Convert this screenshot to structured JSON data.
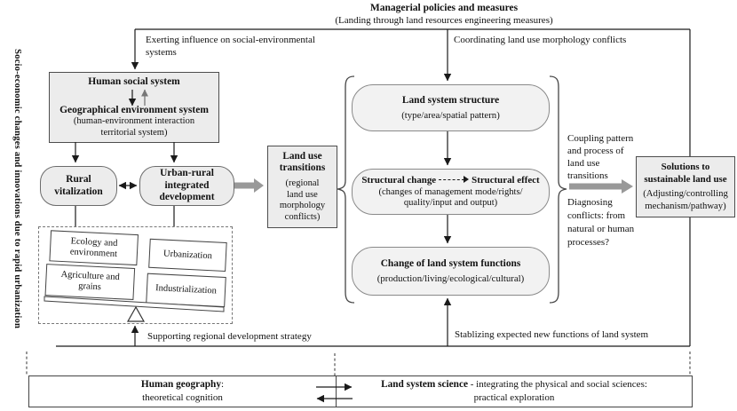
{
  "colors": {
    "node_fill": "#ececec",
    "rounded_fill": "#f2f2f2",
    "thick_arrow": "#999999",
    "line": "#1a1a1a"
  },
  "header": {
    "title": "Managerial policies and measures",
    "subtitle": "(Landing through land resources engineering measures)",
    "left_branch_label": "Exerting influence on social-environmental\nsystems",
    "right_branch_label": "Coordinating land use morphology conflicts"
  },
  "left_axis": {
    "label": "Socio-economic changes and innovations due to rapid urbanization"
  },
  "human_system_box": {
    "title": "Human social system",
    "subtitle": "Geographical environment system",
    "note": "(human-environment interaction\nterritorial system)"
  },
  "ovals": {
    "rural": "Rural\nvitalization",
    "urban_rural": "Urban-rural integrated\ndevelopment"
  },
  "seesaw": {
    "items": [
      "Ecology and\nenvironment",
      "Urbanization",
      "Agriculture and\ngrains",
      "Industrialization"
    ]
  },
  "land_use_transitions": {
    "title": "Land use\ntransitions",
    "note": "(regional\nland use\nmorphology\nconflicts)"
  },
  "system_boxes": {
    "structure": {
      "title": "Land system structure",
      "note": "(type/area/spatial pattern)"
    },
    "structural": {
      "left": "Structural change",
      "right": "Structural effect",
      "note": "(changes of management mode/rights/\nquality/input and output)"
    },
    "functions": {
      "title": "Change of land system functions",
      "note": "(production/living/ecological/cultural)"
    }
  },
  "right_side": {
    "coupling": "Coupling pattern\nand process of\nland use\ntransitions",
    "diagnosing": "Diagnosing\nconflicts: from\nnatural or human\nprocesses?",
    "solutions": {
      "title": "Solutions to\nsustainable land use",
      "note": "(Adjusting/controlling\nmechanism/pathway)"
    }
  },
  "feedback": {
    "supporting": "Supporting regional development strategy",
    "stablizing": "Stablizing expected new functions of land system"
  },
  "foundation": {
    "left_bold": "Human geography",
    "left_rest": ":",
    "left_line2": "theoretical cognition",
    "right_bold": "Land system science",
    "right_rest": " - integrating the physical and social sciences:",
    "right_line2": "practical exploration"
  }
}
